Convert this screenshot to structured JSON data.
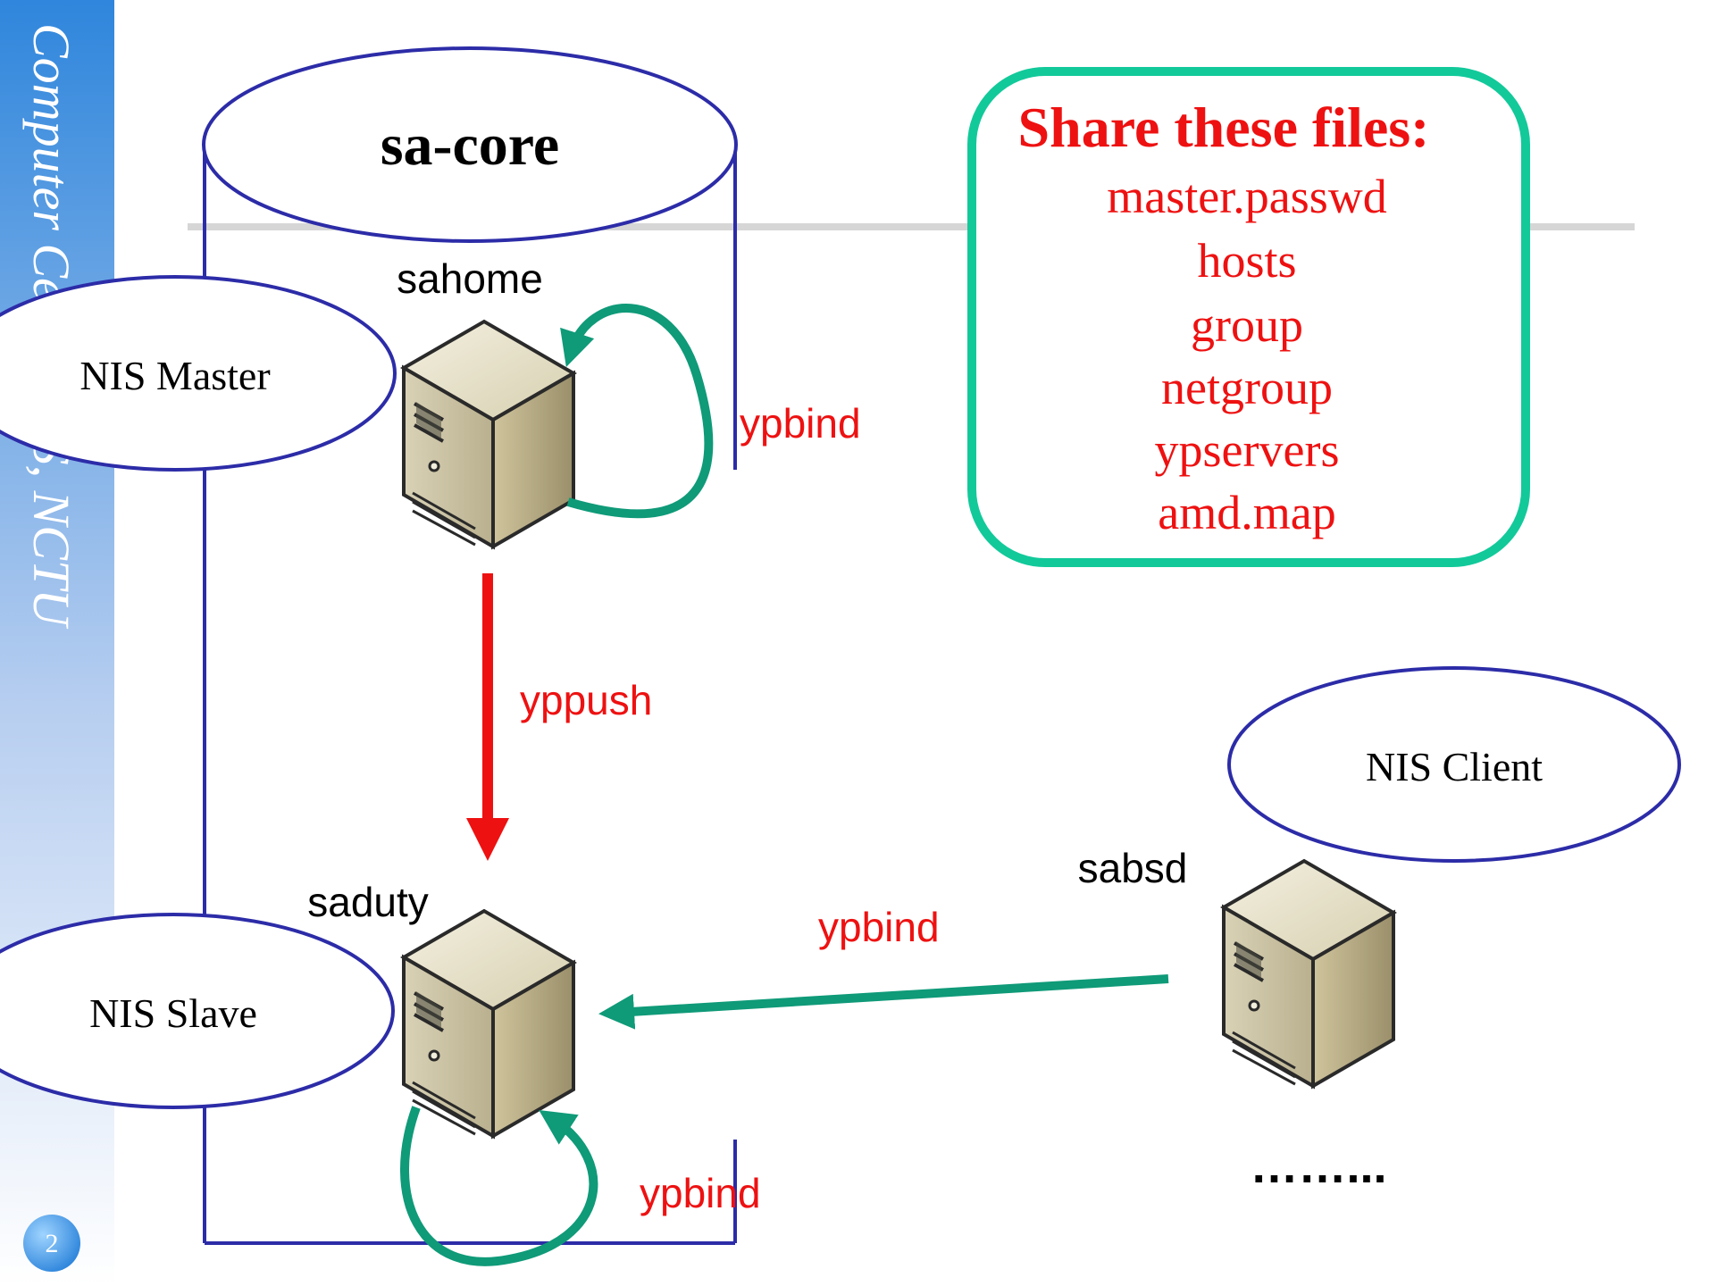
{
  "sidebar": {
    "vertical_text": "Computer Center, CS, NCTU",
    "page_number": "2",
    "gradient_top": "#2f86dc",
    "gradient_bottom": "#ffffff"
  },
  "cluster": {
    "label": "sa-core",
    "outline_color": "#2c2ca8"
  },
  "roles": {
    "master": "NIS Master",
    "slave": "NIS Slave",
    "client": "NIS Client"
  },
  "hosts": {
    "sahome": "sahome",
    "saduty": "saduty",
    "sabsd": "sabsd",
    "more": "……..."
  },
  "edges": {
    "yppush": "yppush",
    "ypbind_master": "ypbind",
    "ypbind_client": "ypbind",
    "ypbind_slave": "ypbind",
    "push_color": "#ee1111",
    "bind_color": "#0f9a78"
  },
  "share_box": {
    "title": "Share these files:",
    "files": [
      "master.passwd",
      "hosts",
      "group",
      "netgroup",
      "ypservers",
      "amd.map"
    ],
    "border_color": "#12c99a",
    "text_color": "#ee1111"
  }
}
